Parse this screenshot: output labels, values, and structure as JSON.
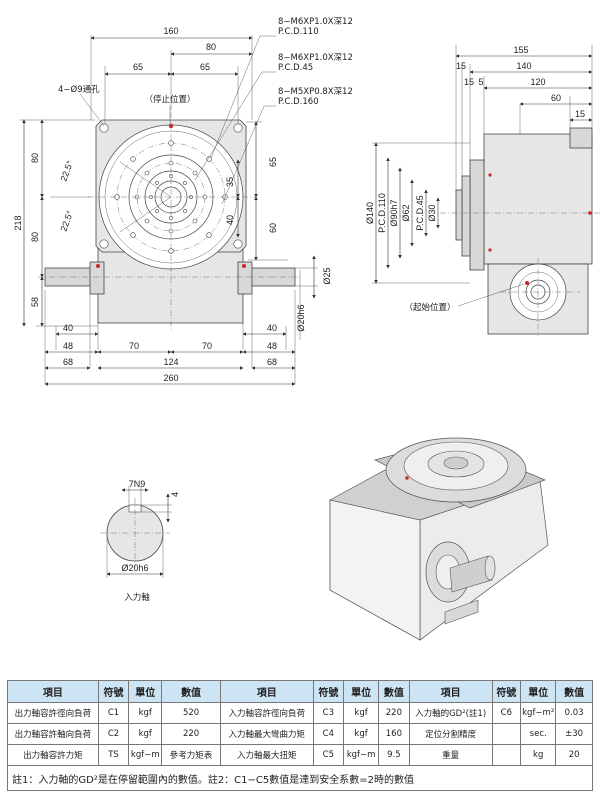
{
  "dims": {
    "d160": "160",
    "d80": "80",
    "d65a": "65",
    "d65b": "65",
    "holes4": "4−Ø9通孔",
    "stop": "（停止位置）",
    "m1a": "8−M6XP1.0X深12",
    "m1b": "P.C.D.110",
    "m2a": "8−M6XP1.0X深12",
    "m2b": "P.C.D.45",
    "m3a": "8−M5XP0.8X深12",
    "m3b": "P.C.D.160",
    "ang1": "22.5°",
    "ang2": "22.5°",
    "v80a": "80",
    "v80b": "80",
    "v218": "218",
    "v58": "58",
    "v65": "65",
    "v35": "35",
    "v40": "40",
    "v60": "60",
    "v25": "Ø25",
    "v20h6": "Ø20h6",
    "b40a": "40",
    "b40b": "40",
    "b48a": "48",
    "b48b": "48",
    "b70a": "70",
    "b70b": "70",
    "b124": "124",
    "b68a": "68",
    "b68b": "68",
    "b260": "260",
    "s155": "155",
    "s140": "140",
    "s15a": "15",
    "s15b": "15",
    "s5": "5",
    "s120": "120",
    "s60": "60",
    "s15c": "15",
    "p140": "Ø140",
    "p110": "P.C.D.110",
    "p90": "Ø90h7",
    "p62": "Ø62",
    "p45": "P.C.D.45",
    "p30": "Ø30",
    "start": "（起始位置）",
    "k7n9": "7N9",
    "k4": "4",
    "k20": "Ø20h6",
    "shaft": "入力軸"
  },
  "table": {
    "headers": [
      "項目",
      "符號",
      "單位",
      "數值",
      "項目",
      "符號",
      "單位",
      "數值",
      "項目",
      "符號",
      "單位",
      "數值"
    ],
    "rows": [
      [
        "出力軸容許徑向負荷",
        "C1",
        "kgf",
        "520",
        "入力軸容許徑向負荷",
        "C3",
        "kgf",
        "220",
        "入力軸的GD²(註1)",
        "C6",
        "kgf−m²",
        "0.03"
      ],
      [
        "出力軸容許軸向負荷",
        "C2",
        "kgf",
        "220",
        "入力軸最大彎曲力矩",
        "C4",
        "kgf",
        "160",
        "定位分割精度",
        "",
        "sec.",
        "±30"
      ],
      [
        "出力軸容許力矩",
        "TS",
        "kgf−m",
        "參考力矩表",
        "入力軸最大扭矩",
        "C5",
        "kgf−m",
        "9.5",
        "重量",
        "",
        "kg",
        "20"
      ]
    ],
    "note": "註1：入力軸的GD²是在停留範圍內的數值。註2：C1−C5數值是達到安全系數=2時的數值"
  }
}
